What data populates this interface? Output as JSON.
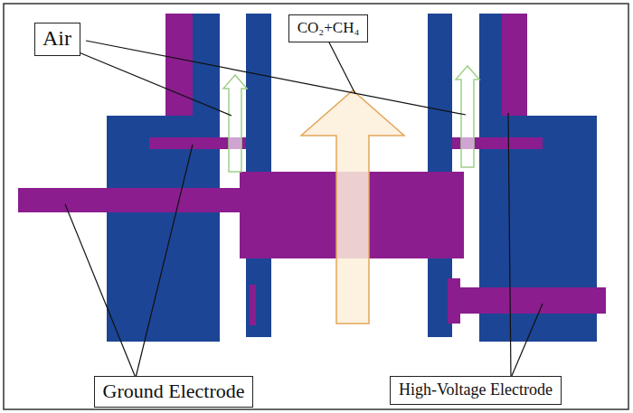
{
  "diagram": {
    "nodes": [
      {
        "text": [
          "Air"
        ]
      },
      {
        "text": [
          "CO₂+CH₄"
        ]
      },
      {
        "text": [
          "Ground Electrode"
        ]
      },
      {
        "text": [
          "High-Voltage Electrode"
        ]
      }
    ]
  }
}
